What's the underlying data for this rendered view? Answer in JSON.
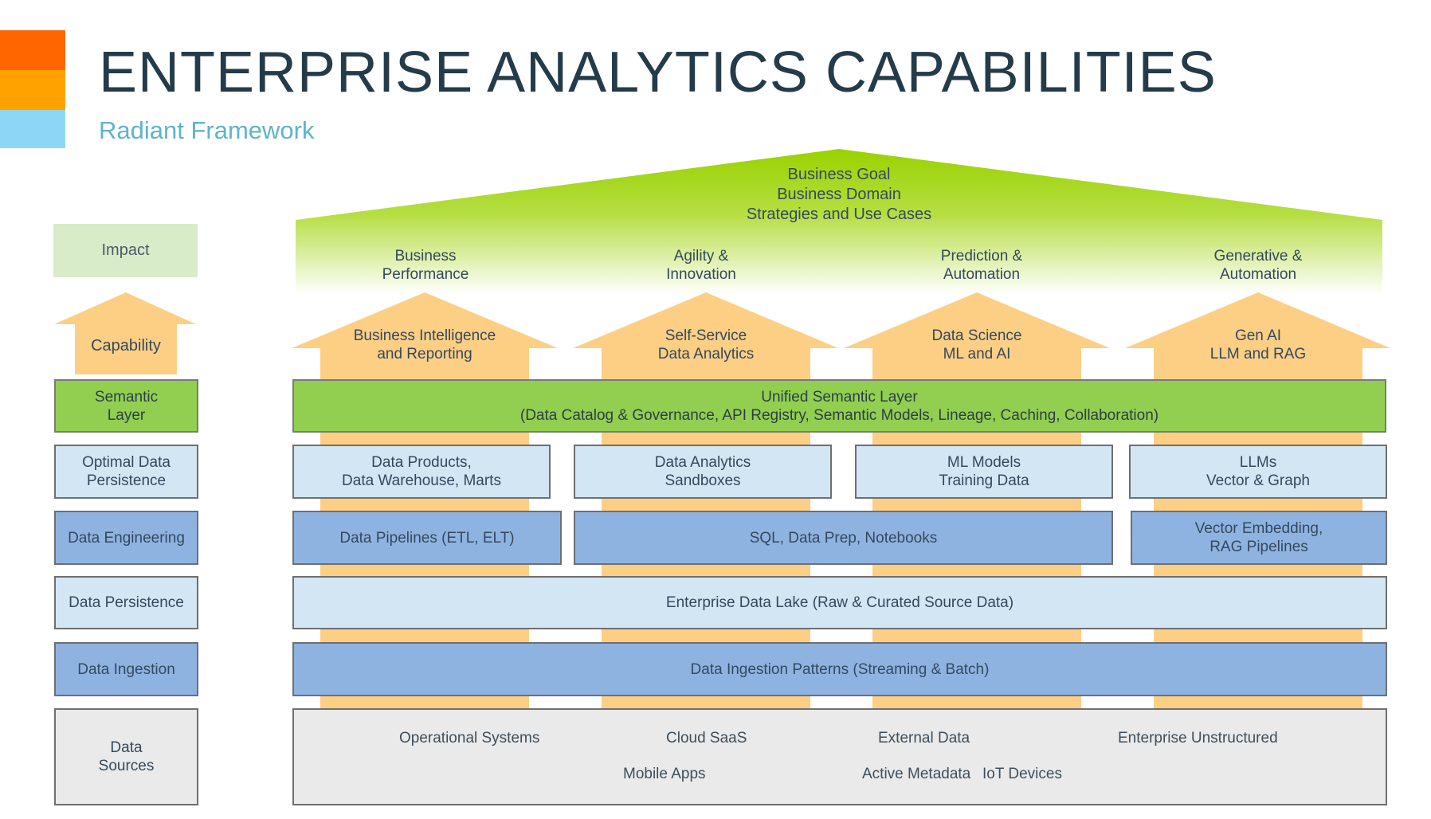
{
  "title": "ENTERPRISE ANALYTICS CAPABILITIES",
  "subtitle": "Radiant Framework",
  "colors": {
    "accent_orange": "#ff6600",
    "accent_amber": "#ffa200",
    "accent_blue": "#8dd6f5",
    "roof_green": "#99d200",
    "arrow_peach": "#fccf85",
    "semantic_green": "#92cf50",
    "light_blue": "#d3e6f4",
    "mid_blue": "#8fb3e1",
    "source_gray": "#eaeaea",
    "impact_green": "#d9ecc9"
  },
  "left_labels": {
    "impact": "Impact",
    "capability": "Capability",
    "semantic": "Semantic\nLayer",
    "optimal": "Optimal Data\nPersistence",
    "engineering": "Data Engineering",
    "persistence": "Data Persistence",
    "ingestion": "Data Ingestion",
    "sources": "Data\nSources"
  },
  "roof": {
    "text": "Business Goal\nBusiness Domain\nStrategies and Use Cases",
    "outcomes": [
      "Business\nPerformance",
      "Agility &\nInnovation",
      "Prediction &\nAutomation",
      "Generative &\nAutomation"
    ]
  },
  "capabilities": [
    "Business Intelligence\nand Reporting",
    "Self-Service\nData Analytics",
    "Data Science\nML and AI",
    "Gen AI\nLLM and RAG"
  ],
  "semantic_layer": "Unified Semantic Layer\n(Data Catalog & Governance, API Registry, Semantic Models, Lineage, Caching, Collaboration)",
  "optimal": [
    "Data Products,\nData Warehouse, Marts",
    "Data Analytics\nSandboxes",
    "ML Models\nTraining Data",
    "LLMs\nVector & Graph"
  ],
  "engineering": [
    "Data Pipelines (ETL, ELT)",
    "SQL, Data Prep, Notebooks",
    "Vector Embedding,\nRAG Pipelines"
  ],
  "data_lake": "Enterprise Data Lake (Raw & Curated Source Data)",
  "ingestion": "Data Ingestion Patterns (Streaming & Batch)",
  "sources": [
    "Operational Systems",
    "Cloud SaaS",
    "External Data",
    "Enterprise Unstructured",
    "Mobile Apps",
    "Active Metadata",
    "IoT Devices"
  ]
}
